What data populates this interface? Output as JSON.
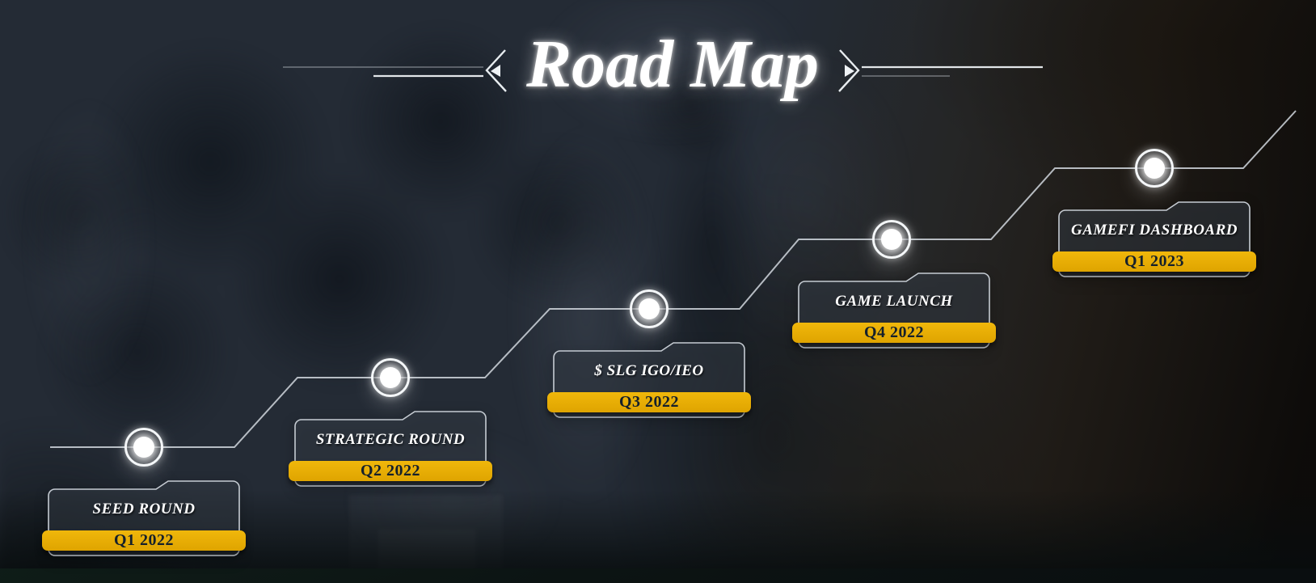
{
  "header": {
    "title": "Road Map"
  },
  "milestones": [
    {
      "title": "SEED ROUND",
      "quarter": "Q1 2022"
    },
    {
      "title": "STRATEGIC ROUND",
      "quarter": "Q2 2022"
    },
    {
      "title": "$ SLG IGO/IEO",
      "quarter": "Q3 2022"
    },
    {
      "title": "GAME LAUNCH",
      "quarter": "Q4 2022"
    },
    {
      "title": "GAMEFI DASHBOARD",
      "quarter": "Q1 2023"
    }
  ],
  "colors": {
    "background_navy": "#242b35",
    "accent_yellow": "#e9ad05",
    "quarter_text": "#15202b",
    "timeline_line": "#ccd2d8",
    "card_border": "#c6ccd3",
    "title_white": "#ffffff"
  }
}
